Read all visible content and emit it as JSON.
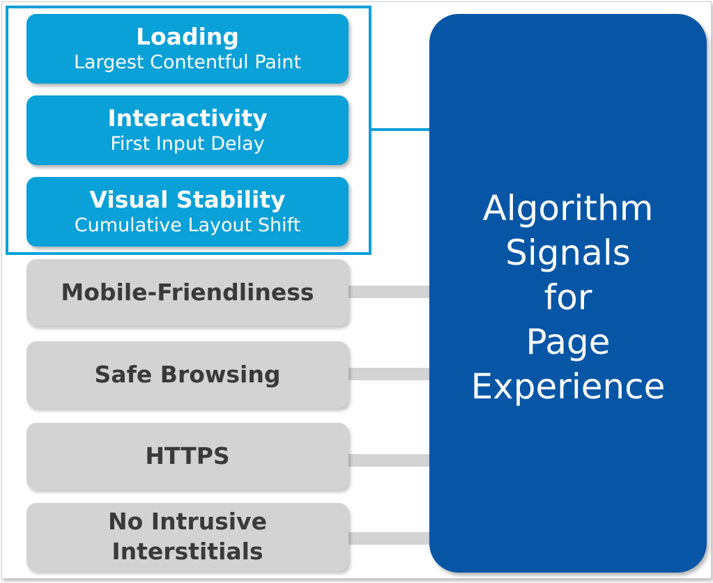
{
  "core_web_vitals": [
    {
      "title": "Loading",
      "subtitle": "Largest Contentful Paint"
    },
    {
      "title": "Interactivity",
      "subtitle": "First Input Delay"
    },
    {
      "title": "Visual Stability",
      "subtitle": "Cumulative Layout Shift"
    }
  ],
  "other_signals": [
    {
      "title": "Mobile-Friendliness"
    },
    {
      "title": "Safe Browsing"
    },
    {
      "title": "HTTPS"
    },
    {
      "title_lines": [
        "No Intrusive",
        "Interstitials"
      ]
    }
  ],
  "target": {
    "lines": [
      "Algorithm",
      "Signals",
      "for",
      "Page",
      "Experience"
    ]
  },
  "colors": {
    "vitals_box": "#0aa0d8",
    "signal_box": "#d3d3d3",
    "target_box": "#0756a6"
  }
}
